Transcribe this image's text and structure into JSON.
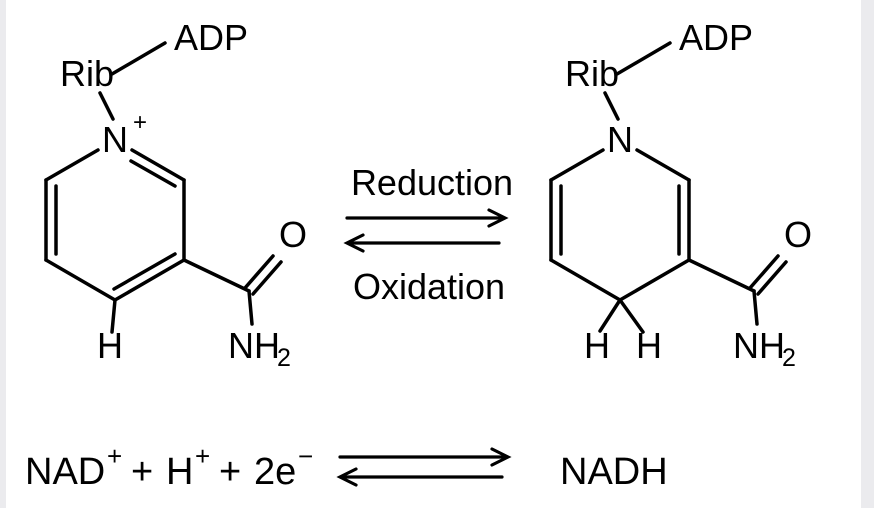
{
  "colors": {
    "background": "#ffffff",
    "ink": "#000000",
    "edge_strip": "#ebebee"
  },
  "left_structure": {
    "rib_label": "Rib",
    "adp_label": "ADP",
    "nitrogen": "N",
    "charge": "+",
    "ring_h": "H",
    "oxygen": "O",
    "amide_nh": "NH",
    "amide_sub": "2"
  },
  "right_structure": {
    "rib_label": "Rib",
    "adp_label": "ADP",
    "nitrogen": "N",
    "h_left": "H",
    "h_right": "H",
    "oxygen": "O",
    "amide_nh": "NH",
    "amide_sub": "2"
  },
  "reaction": {
    "forward": "Reduction",
    "reverse": "Oxidation"
  },
  "equation": {
    "reactant": "NAD",
    "reactant_charge": "+",
    "plus_1": "+",
    "proton": "H",
    "proton_charge": "+",
    "plus_2": "+",
    "electrons": "2e",
    "electron_charge": "−",
    "product": "NADH"
  }
}
